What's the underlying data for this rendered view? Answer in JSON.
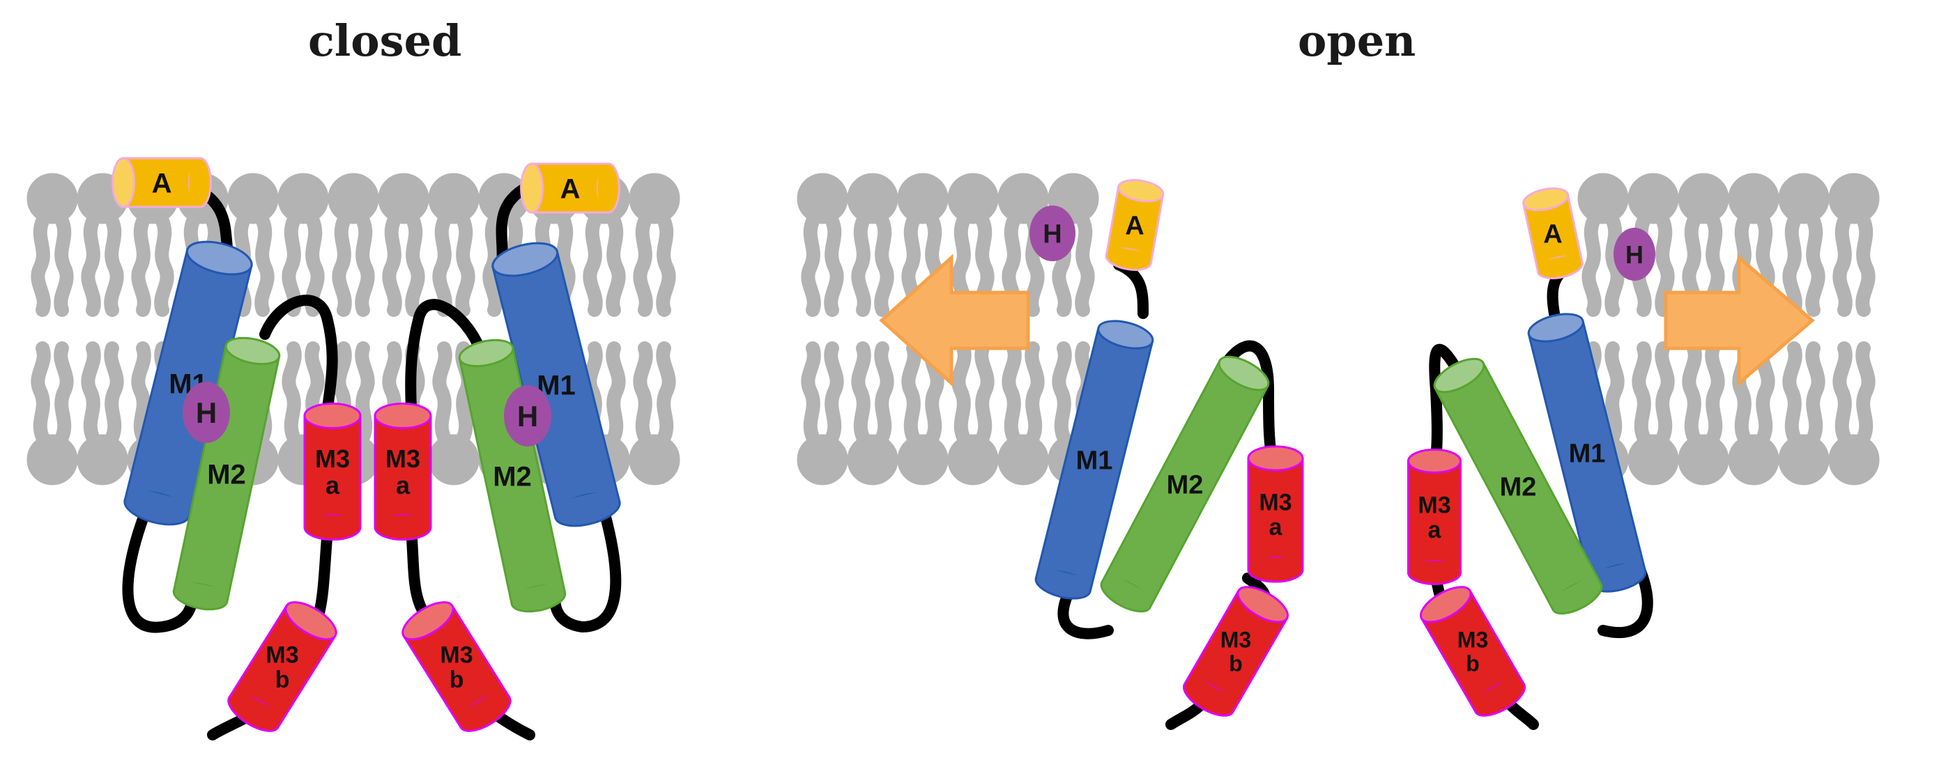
{
  "panels": {
    "closed": {
      "title": "closed"
    },
    "open": {
      "title": "open"
    }
  },
  "labels": {
    "helix_a": "A",
    "helix_m1": "M1",
    "helix_m2": "M2",
    "helix_m3": "M3",
    "sub_a": "a",
    "sub_b": "b",
    "histidine": "H"
  },
  "colors": {
    "lipid": "#b3b3b3",
    "helix_a": "#f5b800",
    "helix_m1": "#3f6dbb",
    "helix_m2": "#6db04a",
    "helix_m3": "#e12220",
    "histidine": "#a04ea5",
    "arrow": "#f9b161",
    "linker": "#000000"
  }
}
